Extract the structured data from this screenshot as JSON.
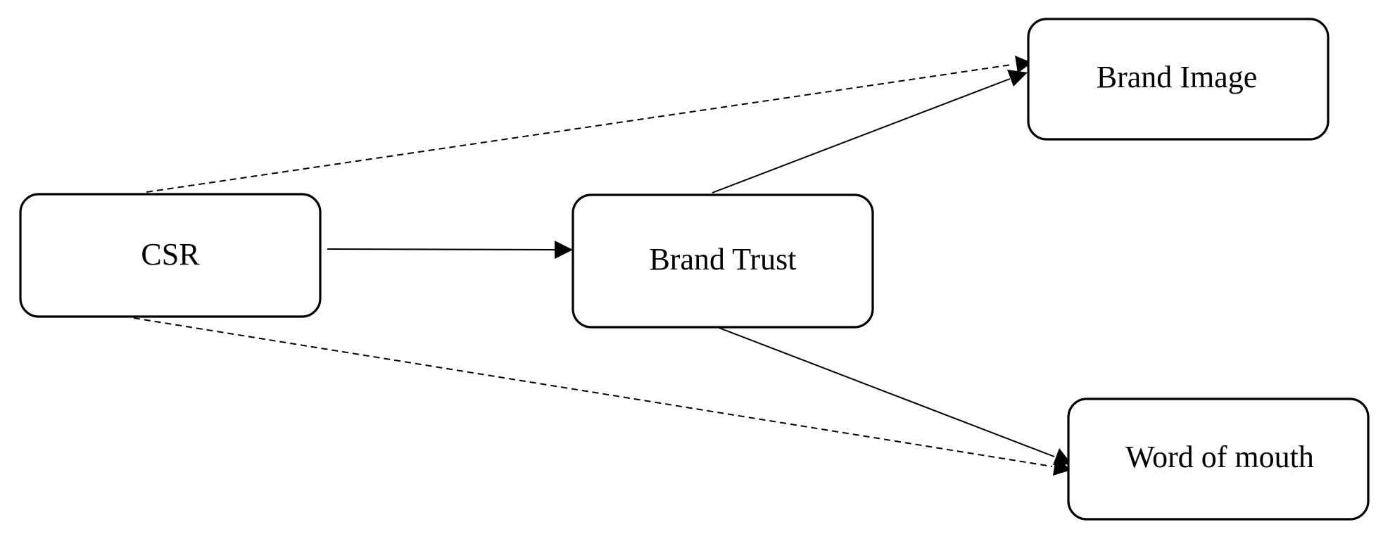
{
  "diagram": {
    "nodes": {
      "csr": {
        "label": "CSR"
      },
      "brand_trust": {
        "label": "Brand Trust"
      },
      "brand_image": {
        "label": "Brand Image"
      },
      "word_of_mouth": {
        "label": "Word of mouth"
      }
    },
    "edges": [
      {
        "from": "CSR",
        "to": "Brand Trust",
        "style": "solid"
      },
      {
        "from": "Brand Trust",
        "to": "Brand Image",
        "style": "solid"
      },
      {
        "from": "Brand Trust",
        "to": "Word of mouth",
        "style": "solid"
      },
      {
        "from": "CSR",
        "to": "Brand Image",
        "style": "dashed"
      },
      {
        "from": "CSR",
        "to": "Word of mouth",
        "style": "dashed"
      }
    ],
    "colors": {
      "stroke": "#000000",
      "fill": "#ffffff"
    }
  }
}
